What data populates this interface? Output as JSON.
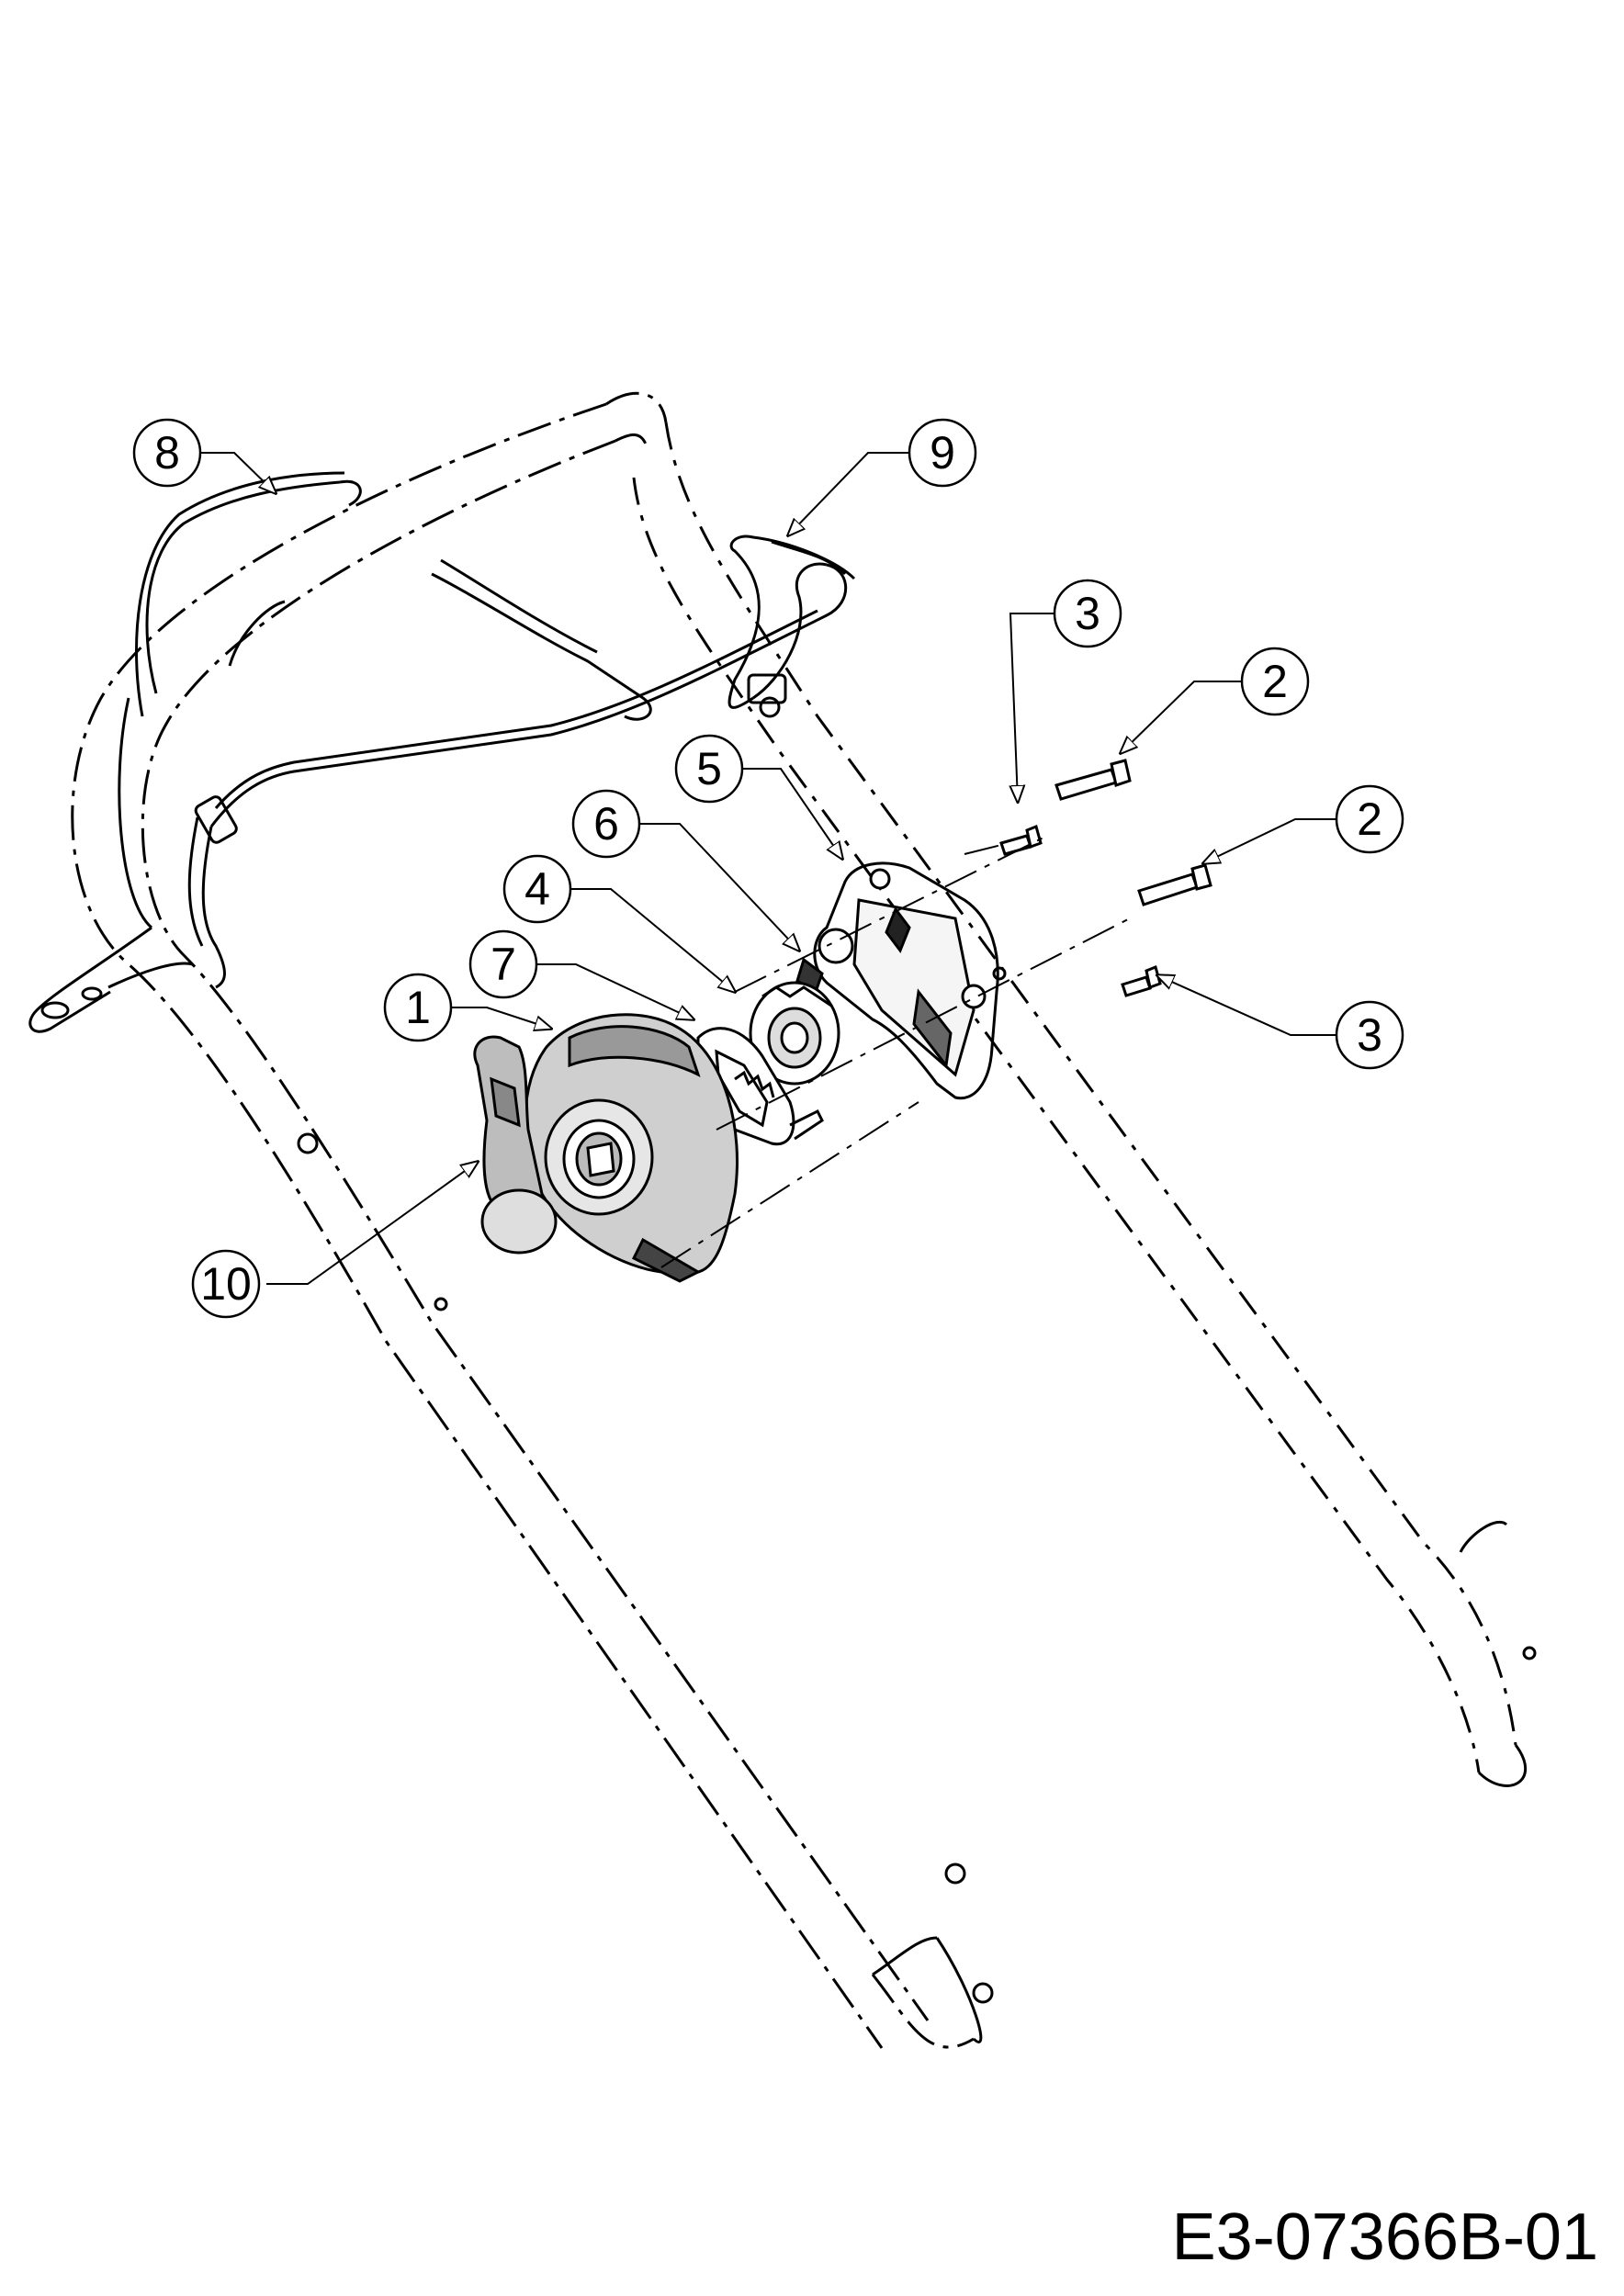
{
  "drawing_code": "E3-07366B-01",
  "callouts": [
    {
      "id": "c8",
      "label": "8"
    },
    {
      "id": "c9",
      "label": "9"
    },
    {
      "id": "c3a",
      "label": "3"
    },
    {
      "id": "c2a",
      "label": "2"
    },
    {
      "id": "c5",
      "label": "5"
    },
    {
      "id": "c6",
      "label": "6"
    },
    {
      "id": "c2b",
      "label": "2"
    },
    {
      "id": "c4",
      "label": "4"
    },
    {
      "id": "c7",
      "label": "7"
    },
    {
      "id": "c1",
      "label": "1"
    },
    {
      "id": "c3b",
      "label": "3"
    },
    {
      "id": "c10",
      "label": "10"
    }
  ]
}
